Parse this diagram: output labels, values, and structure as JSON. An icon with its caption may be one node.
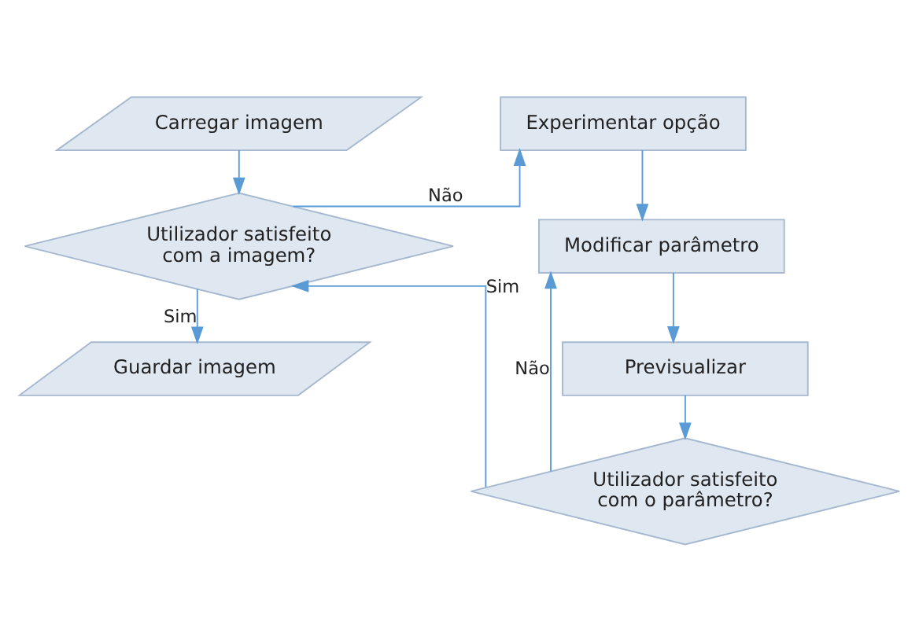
{
  "diagram": {
    "nodes": [
      {
        "text": [
          "Carregar imagem"
        ]
      },
      {
        "text": [
          "Utilizador satisfeito com a imagem?"
        ]
      },
      {
        "text": [
          "Guardar imagem"
        ]
      },
      {
        "text": [
          "Experimentar opção"
        ]
      },
      {
        "text": [
          "Modificar parâmetro"
        ]
      },
      {
        "text": [
          "Previsualizar"
        ]
      },
      {
        "text": [
          "Utilizador satisfeito com o parâmetro?"
        ]
      }
    ],
    "edges": [
      {
        "from": 0,
        "to": 1,
        "arrow": "to"
      },
      {
        "from": 1,
        "to": 2,
        "arrow": "to",
        "label": "Sim"
      },
      {
        "from": 1,
        "to": 3,
        "arrow": "to",
        "label": "Não"
      },
      {
        "from": 3,
        "to": 4,
        "arrow": "to"
      },
      {
        "from": 4,
        "to": 5,
        "arrow": "to"
      },
      {
        "from": 5,
        "to": 6,
        "arrow": "to"
      },
      {
        "from": 6,
        "to": 4,
        "arrow": "to",
        "label": "Não"
      },
      {
        "from": 6,
        "to": 1,
        "arrow": "to",
        "label": "Sim"
      }
    ]
  }
}
